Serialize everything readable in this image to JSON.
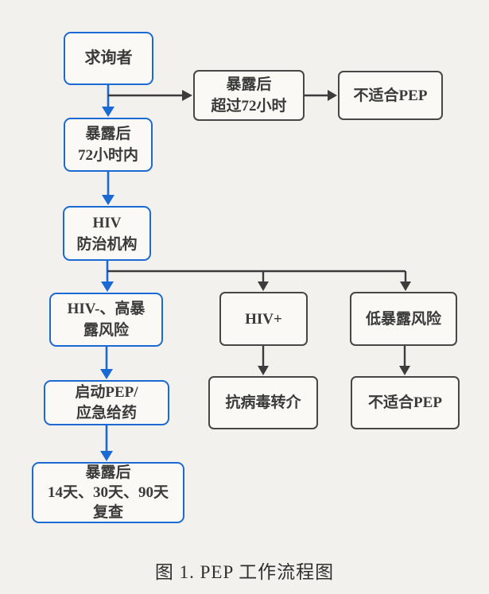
{
  "caption": "图 1. PEP 工作流程图",
  "colors": {
    "accent_blue": "#1b69d2",
    "connector_dark": "#3c3c3c",
    "box_fill": "#faf9f6",
    "text": "#3a3a3a",
    "background": "#f3f1ee"
  },
  "nodes": {
    "seeker": {
      "lines": [
        "求询者"
      ]
    },
    "exposure_over_72h": {
      "lines": [
        "暴露后",
        "超过72小时"
      ]
    },
    "not_suitable_pep_top": {
      "lines": [
        "不适合PEP"
      ]
    },
    "exposure_within_72h": {
      "lines": [
        "暴露后",
        "72小时内"
      ]
    },
    "hiv_agency": {
      "lines": [
        "HIV",
        "防治机构"
      ]
    },
    "hiv_negative_high_risk": {
      "lines": [
        "HIV-、高暴",
        "露风险"
      ]
    },
    "hiv_positive": {
      "lines": [
        "HIV+"
      ]
    },
    "low_exposure_risk": {
      "lines": [
        "低暴露风险"
      ]
    },
    "start_pep": {
      "lines": [
        "启动PEP/",
        "应急给药"
      ]
    },
    "followup": {
      "lines": [
        "暴露后",
        "14天、30天、90天",
        "复查"
      ]
    },
    "antiviral_referral": {
      "lines": [
        "抗病毒转介"
      ]
    },
    "not_suitable_pep_bottom": {
      "lines": [
        "不适合PEP"
      ]
    }
  }
}
